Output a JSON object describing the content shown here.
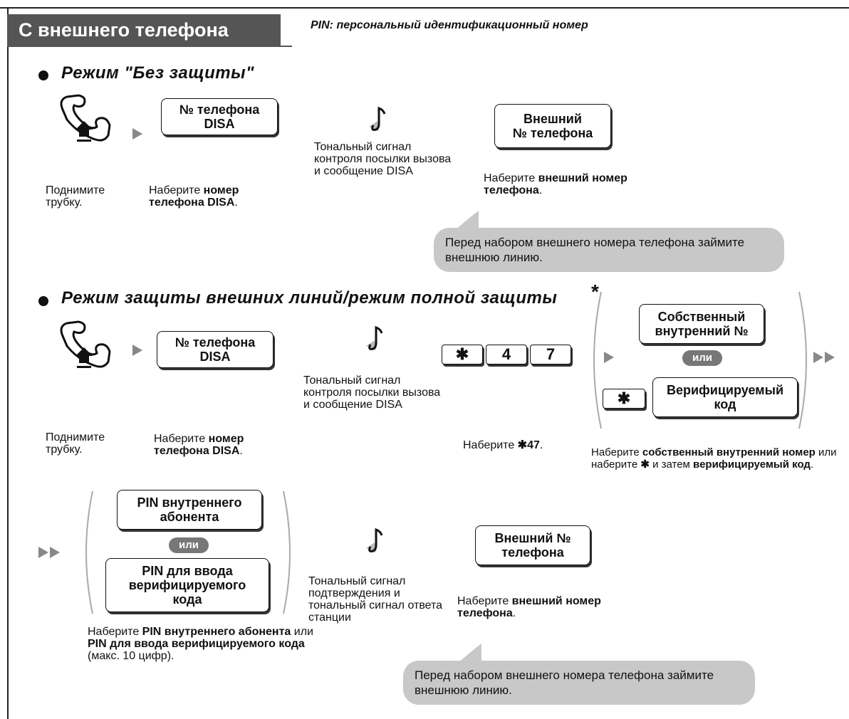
{
  "header": {
    "title": "С внешнего телефона",
    "pin_note": "PIN: персональный идентификационный номер"
  },
  "icons": {
    "handset": "handset-off-hook-icon",
    "tone": "musical-note-icon",
    "arrow": "right-triangle-arrow-icon",
    "double_arrow": "double-right-arrow-icon"
  },
  "section1": {
    "title": "Режим \"Без защиты\"",
    "box_disa": [
      "№ телефона",
      "DISA"
    ],
    "box_ext": [
      "Внешний",
      "№ телефона"
    ],
    "step_lift": "Поднимите трубку.",
    "step_dial_prefix": "Наберите ",
    "step_dial_bold": "номер телефона DISA",
    "step_dial_suffix": ".",
    "tone": "Тональный сигнал контроля посылки вызова и сообщение DISA",
    "step_ext_prefix": "Наберите ",
    "step_ext_bold": "внешний номер телефона",
    "step_ext_suffix": ".",
    "bubble": "Перед набором внешнего номера телефона займите внешнюю линию."
  },
  "section2": {
    "title": "Режим защиты внешних линий/режим полной защиты",
    "asterisk": "*",
    "box_disa": [
      "№ телефона",
      "DISA"
    ],
    "keys": [
      "✱",
      "4",
      "7"
    ],
    "box_own_ext": [
      "Собственный",
      "внутренний №"
    ],
    "or": "или",
    "star_key": "✱",
    "box_verify": [
      "Верифицируемый",
      "код"
    ],
    "step_lift": "Поднимите трубку.",
    "step_dial_prefix": "Наберите ",
    "step_dial_bold": "номер телефона DISA",
    "step_dial_suffix": ".",
    "tone": "Тональный сигнал контроля посылки вызова и сообщение DISA",
    "step_47_prefix": "Наберите ",
    "step_47_bold": "✱47",
    "step_47_suffix": ".",
    "step_own_bold1": "собственный внутренний номер",
    "step_own_mid": " или наберите ",
    "step_own_star": "✱",
    "step_own_mid2": " и затем ",
    "step_own_bold2": "верифицируемый код",
    "step_own_prefix": "Наберите ",
    "step_own_suffix": ".",
    "box_pin_ext": [
      "PIN внутреннего",
      "абонента"
    ],
    "box_pin_verify": [
      "PIN для ввода",
      "верифицируемого",
      "кода"
    ],
    "step_pin_prefix": "Наберите ",
    "step_pin_bold1": "PIN внутреннего абонента",
    "step_pin_mid": " или ",
    "step_pin_bold2": "PIN для ввода верифицируемого кода",
    "step_pin_suffix": " (макс. 10 цифр).",
    "tone2": "Тональный сигнал подтверждения и тональный сигнал ответа станции",
    "box_ext": [
      "Внешний №",
      "телефона"
    ],
    "step_ext_prefix": "Наберите ",
    "step_ext_bold": "внешний номер телефона",
    "step_ext_suffix": ".",
    "bubble": "Перед набором внешнего номера телефона займите внешнюю линию."
  }
}
